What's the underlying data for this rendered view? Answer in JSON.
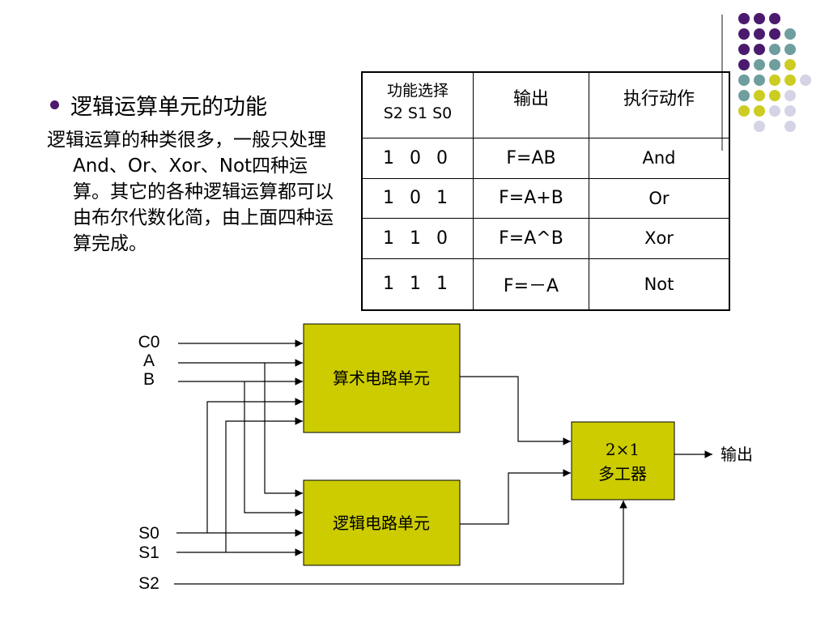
{
  "bullet": {
    "title": "逻辑运算单元的功能"
  },
  "paragraph": "逻辑运算的种类很多，一般只处理And、Or、Xor、Not四种运算。其它的各种逻辑运算都可以由布尔代数化简，由上面四种运算完成。",
  "table": {
    "header": {
      "select_line1": "功能选择",
      "select_line2": "S2 S1 S0",
      "output": "输出",
      "action": "执行动作"
    },
    "rows": [
      {
        "code": "1 0 0",
        "formula": "F=AB",
        "action": "And"
      },
      {
        "code": "1 0 1",
        "formula": "F=A+B",
        "action": "Or"
      },
      {
        "code": "1 1 0",
        "formula": "F=A^B",
        "action": "Xor"
      },
      {
        "code": "1 1 1",
        "formula": "F=－A",
        "action": "Not"
      }
    ]
  },
  "diagram": {
    "inputs": {
      "c0": "C0",
      "a": "A",
      "b": "B",
      "s0": "S0",
      "s1": "S1",
      "s2": "S2"
    },
    "arith_block": "算术电路单元",
    "logic_block": "逻辑电路单元",
    "mux_line1": "2×1",
    "mux_line2": "多工器",
    "output": "输出"
  },
  "colors": {
    "block_fill": "#cccc00",
    "dot_purple": "#4b1a6e",
    "dot_teal": "#6e9e9e",
    "dot_yellow": "#cccc22",
    "dot_lavender": "#d4d4e6"
  }
}
